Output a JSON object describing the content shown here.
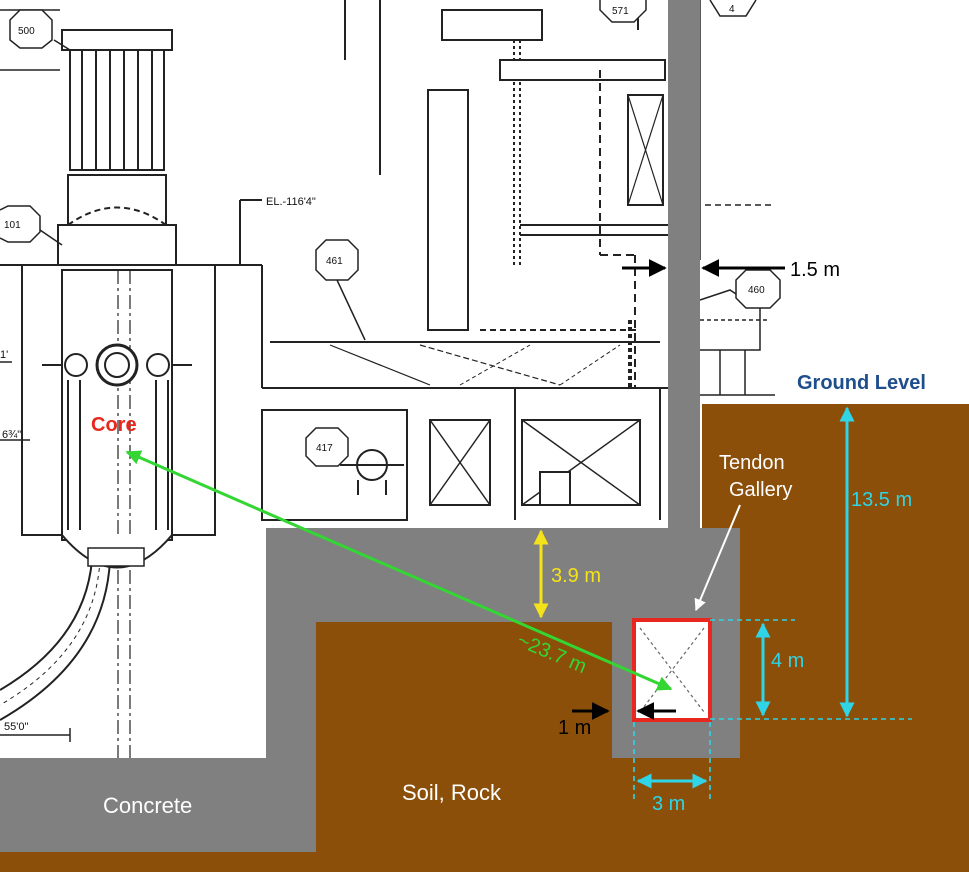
{
  "colors": {
    "soil": "#8B4F0A",
    "concrete": "#808080",
    "drawing_line": "#222222",
    "core": "#E8281E",
    "ground_label": "#1F4E8C",
    "dimension_cyan": "#2FD4E6",
    "dimension_yellow": "#F4E21A",
    "distance_green": "#33D633",
    "gallery_outline": "#E8281E",
    "white_text": "#FFFFFF",
    "black": "#000000"
  },
  "labels": {
    "core": "Core",
    "ground_level": "Ground Level",
    "tendon_gallery_line1": "Tendon",
    "tendon_gallery_line2": "Gallery",
    "concrete": "Concrete",
    "soil_rock": "Soil, Rock"
  },
  "dimensions": {
    "wall_thickness": "1.5 m",
    "depth_below_ground": "13.5 m",
    "slab_thickness": "3.9 m",
    "core_distance": "~23.7 m",
    "gallery_height": "4 m",
    "gallery_wall": "1 m",
    "gallery_width": "3 m"
  },
  "drawing_tags": {
    "t500": "500",
    "t571": "571",
    "t4": "4",
    "t461": "461",
    "t460": "460",
    "t417": "417",
    "t101": "101",
    "elevation": "EL.-116'4\"",
    "dim_left_1": "1'",
    "dim_left_2": "6¾\"",
    "dim_bottom": "55'0\""
  }
}
